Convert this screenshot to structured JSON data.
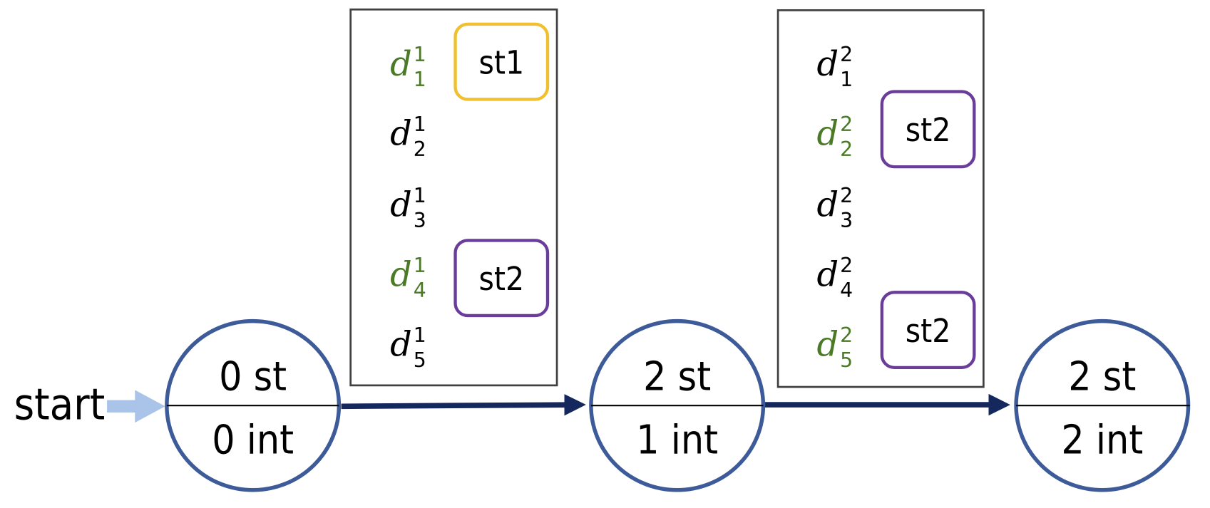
{
  "start_label": "start",
  "colors": {
    "state_circle": "#3d5a99",
    "transition_arrow": "#14285e",
    "start_arrow": "#a9c4e8",
    "selected_green": "#4a7a26",
    "st1_box": "#f0c030",
    "st2_box": "#6a3d9a"
  },
  "states": [
    {
      "top": "0 st",
      "bottom": "0 int"
    },
    {
      "top": "2 st",
      "bottom": "1 int"
    },
    {
      "top": "2 st",
      "bottom": "2 int"
    }
  ],
  "groups": [
    {
      "items": [
        {
          "base": "d",
          "sub": "1",
          "sup": "1",
          "selected": true,
          "tag": "st1"
        },
        {
          "base": "d",
          "sub": "2",
          "sup": "1",
          "selected": false,
          "tag": null
        },
        {
          "base": "d",
          "sub": "3",
          "sup": "1",
          "selected": false,
          "tag": null
        },
        {
          "base": "d",
          "sub": "4",
          "sup": "1",
          "selected": true,
          "tag": "st2"
        },
        {
          "base": "d",
          "sub": "5",
          "sup": "1",
          "selected": false,
          "tag": null
        }
      ]
    },
    {
      "items": [
        {
          "base": "d",
          "sub": "1",
          "sup": "2",
          "selected": false,
          "tag": null
        },
        {
          "base": "d",
          "sub": "2",
          "sup": "2",
          "selected": true,
          "tag": "st2"
        },
        {
          "base": "d",
          "sub": "3",
          "sup": "2",
          "selected": false,
          "tag": null
        },
        {
          "base": "d",
          "sub": "4",
          "sup": "2",
          "selected": false,
          "tag": null
        },
        {
          "base": "d",
          "sub": "5",
          "sup": "2",
          "selected": true,
          "tag": "st2"
        }
      ]
    }
  ]
}
